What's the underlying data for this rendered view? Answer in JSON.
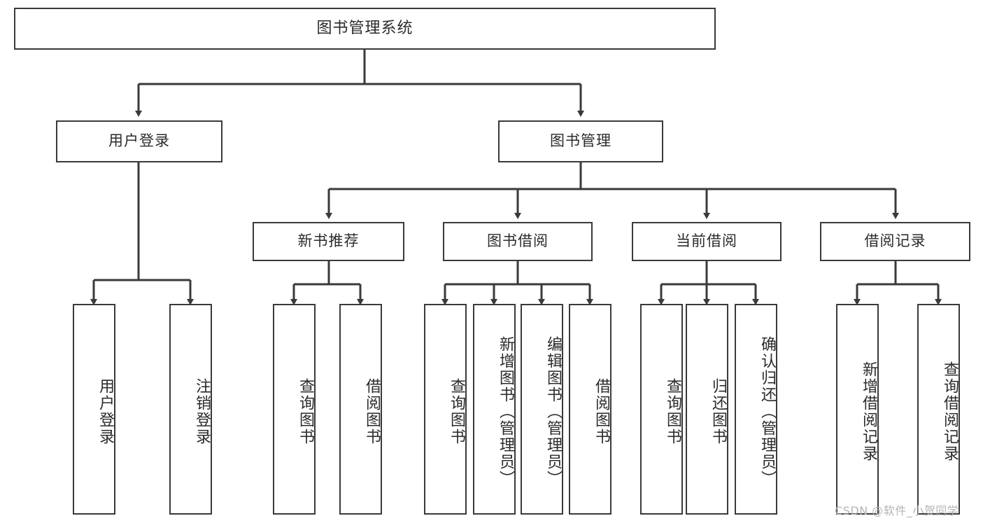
{
  "diagram": {
    "title": "图书管理系统",
    "type": "tree-hierarchy",
    "watermark": "CSDN @软件_小贺同学",
    "colors": {
      "stroke": "#3a3a3a",
      "text": "#2b2b2b",
      "background": "#ffffff",
      "watermark": "#b4b4b4"
    },
    "root": {
      "label": "图书管理系统"
    },
    "level1": [
      {
        "label": "用户登录"
      },
      {
        "label": "图书管理"
      }
    ],
    "level2": [
      {
        "label": "新书推荐"
      },
      {
        "label": "图书借阅"
      },
      {
        "label": "当前借阅"
      },
      {
        "label": "借阅记录"
      }
    ],
    "leaves": {
      "user_login": [
        {
          "label": "用户登录"
        },
        {
          "label": "注销登录"
        }
      ],
      "new_book_recommend": [
        {
          "label": "查询图书"
        },
        {
          "label": "借阅图书"
        }
      ],
      "book_borrow": [
        {
          "label": "查询图书"
        },
        {
          "label": "新增图书（管理员）"
        },
        {
          "label": "编辑图书（管理员）"
        },
        {
          "label": "借阅图书"
        }
      ],
      "current_borrow": [
        {
          "label": "查询图书"
        },
        {
          "label": "归还图书"
        },
        {
          "label": "确认归还（管理员）"
        }
      ],
      "borrow_records": [
        {
          "label": "新增借阅记录"
        },
        {
          "label": "查询借阅记录"
        }
      ]
    }
  }
}
